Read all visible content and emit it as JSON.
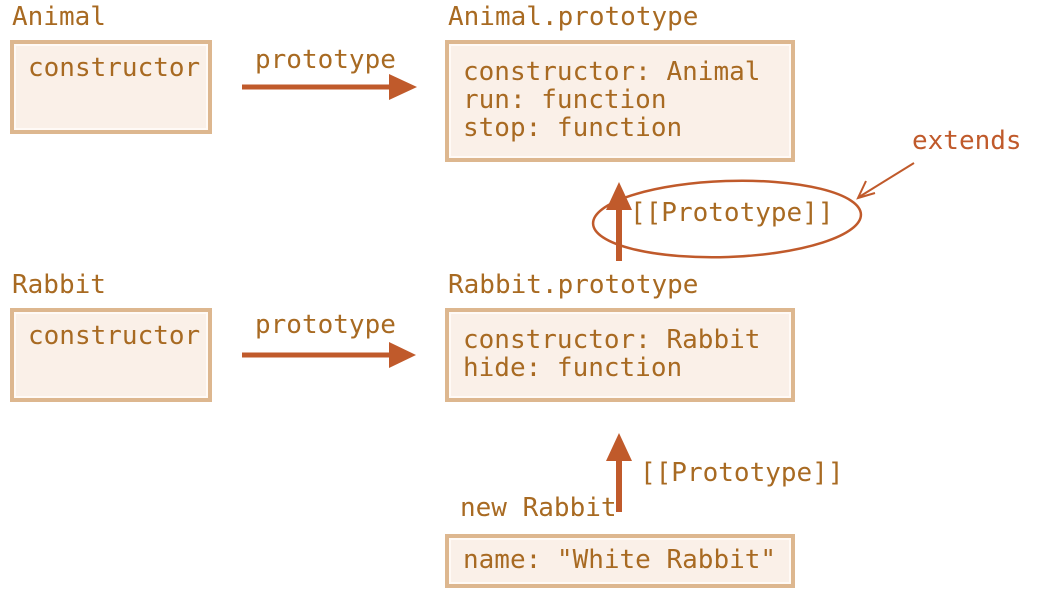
{
  "diagram": {
    "kind": "prototype-inheritance",
    "nodes": {
      "animal": {
        "title": "Animal",
        "lines": [
          "constructor"
        ]
      },
      "animal_prototype": {
        "title": "Animal.prototype",
        "lines": [
          "constructor: Animal",
          "run: function",
          "stop: function"
        ]
      },
      "rabbit": {
        "title": "Rabbit",
        "lines": [
          "constructor"
        ]
      },
      "rabbit_prototype": {
        "title": "Rabbit.prototype",
        "lines": [
          "constructor: Rabbit",
          "hide: function"
        ]
      },
      "new_rabbit": {
        "title": "new Rabbit",
        "lines": [
          "name: \"White Rabbit\""
        ]
      }
    },
    "edges": {
      "animal_prototype_arrow_label": "prototype",
      "rabbit_prototype_arrow_label": "prototype",
      "rabbit_to_animal_link_label": "[[Prototype]]",
      "instance_to_rabbit_link_label": "[[Prototype]]",
      "extends_annotation_label": "extends"
    },
    "colors": {
      "accent": "#c05a2b",
      "text": "#a86a22",
      "box_border": "#ddb78f",
      "box_fill": "#faf0e8",
      "background": "#ffffff"
    }
  }
}
